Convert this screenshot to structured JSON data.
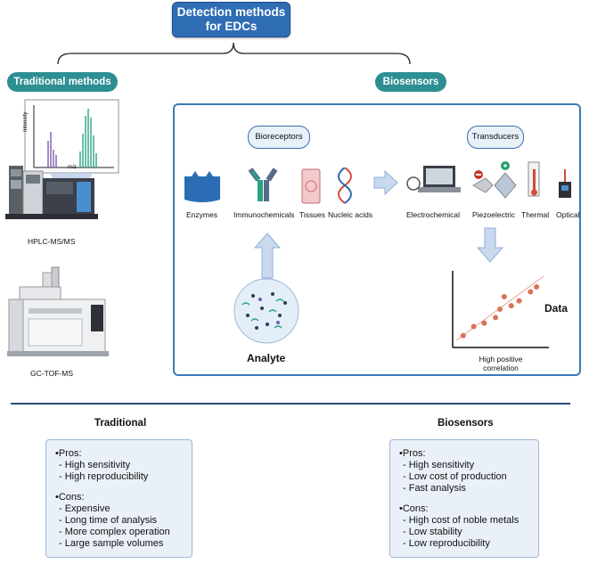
{
  "title": {
    "line1": "Detection methods",
    "line2": "for EDCs"
  },
  "traditional": {
    "pill": "Traditional methods",
    "ms_axis_y": "Intensity",
    "ms_axis_x": "m/z",
    "instrument1": "HPLC-MS/MS",
    "instrument2": "GC-TOF-MS"
  },
  "biosensors": {
    "pill": "Biosensors",
    "bioreceptors": {
      "title": "Bioreceptors",
      "items": [
        "Enzymes",
        "Immunochemicals",
        "Tissues",
        "Nucleic acids"
      ]
    },
    "transducers": {
      "title": "Transducers",
      "items": [
        "Electrochemical",
        "Piezoelectric",
        "Thermal",
        "Optical"
      ]
    },
    "analyte": "Analyte",
    "data_label": "Data",
    "correlation": {
      "line1": "High positive",
      "line2": "correlation"
    },
    "scatter_points": [
      [
        0.08,
        0.12
      ],
      [
        0.2,
        0.25
      ],
      [
        0.32,
        0.3
      ],
      [
        0.45,
        0.38
      ],
      [
        0.5,
        0.5
      ],
      [
        0.63,
        0.55
      ],
      [
        0.72,
        0.62
      ],
      [
        0.85,
        0.75
      ],
      [
        0.92,
        0.82
      ],
      [
        0.55,
        0.68
      ]
    ]
  },
  "summary": {
    "traditional": {
      "title": "Traditional",
      "pros_header": "•Pros:",
      "pros": [
        "- High sensitivity",
        "- High reproducibility"
      ],
      "cons_header": "•Cons:",
      "cons": [
        "- Expensive",
        "- Long time of analysis",
        "- More complex operation",
        "- Large sample volumes"
      ]
    },
    "biosensors": {
      "title": "Biosensors",
      "pros_header": "•Pros:",
      "pros": [
        "- High sensitivity",
        "- Low cost of production",
        "- Fast analysis"
      ],
      "cons_header": "•Cons:",
      "cons": [
        "- High cost of noble metals",
        "- Low stability",
        "- Low reproducibility"
      ]
    }
  },
  "colors": {
    "title_blue": "#2f6db5",
    "pill_teal": "#2e8f93",
    "panel_border": "#3a7ab8",
    "card_bg": "#eaf0f8",
    "arrow": "#c9d9ee"
  }
}
